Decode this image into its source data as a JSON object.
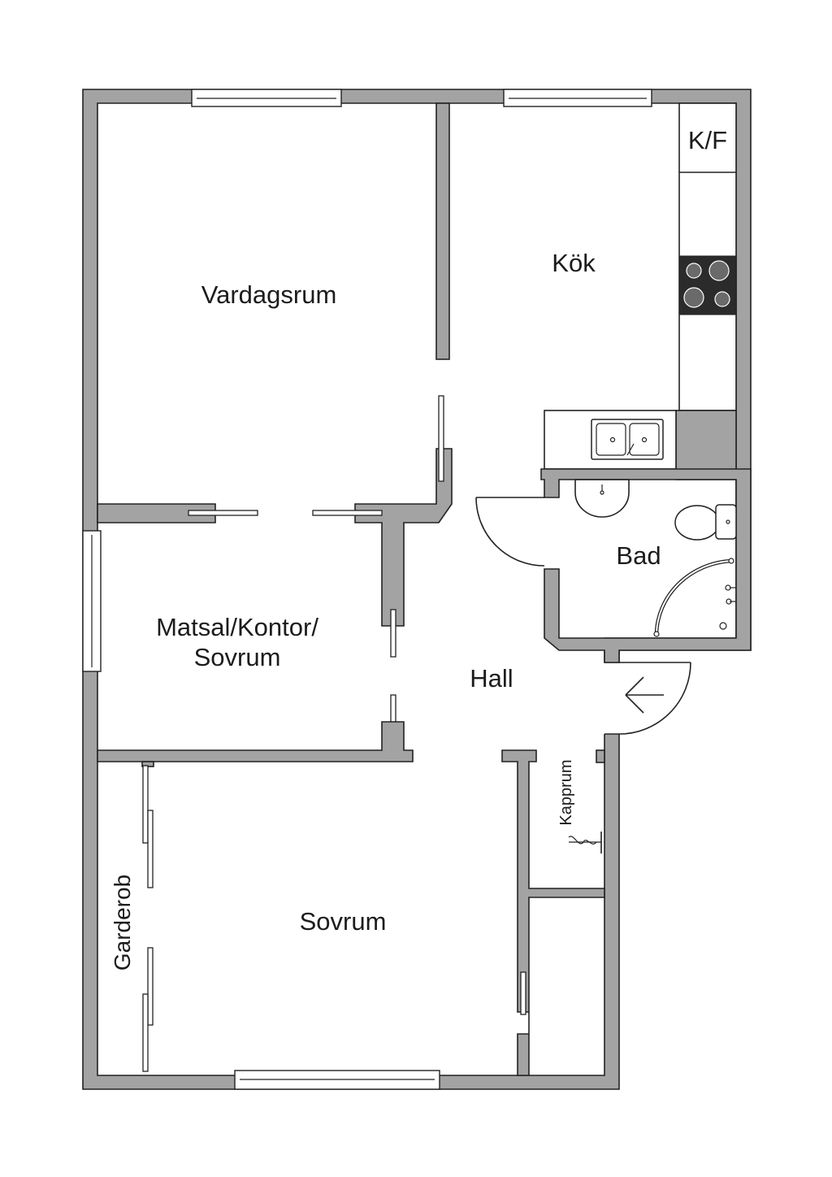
{
  "rooms": {
    "vardagsrum": "Vardagsrum",
    "kok": "Kök",
    "kf": "K/F",
    "bad": "Bad",
    "matsal_line1": "Matsal/Kontor/",
    "matsal_line2": "Sovrum",
    "hall": "Hall",
    "kapprum": "Kapprum",
    "sovrum": "Sovrum",
    "garderob": "Garderob"
  },
  "colors": {
    "wall": "#a3a3a3",
    "line": "#222222",
    "background": "#ffffff"
  }
}
